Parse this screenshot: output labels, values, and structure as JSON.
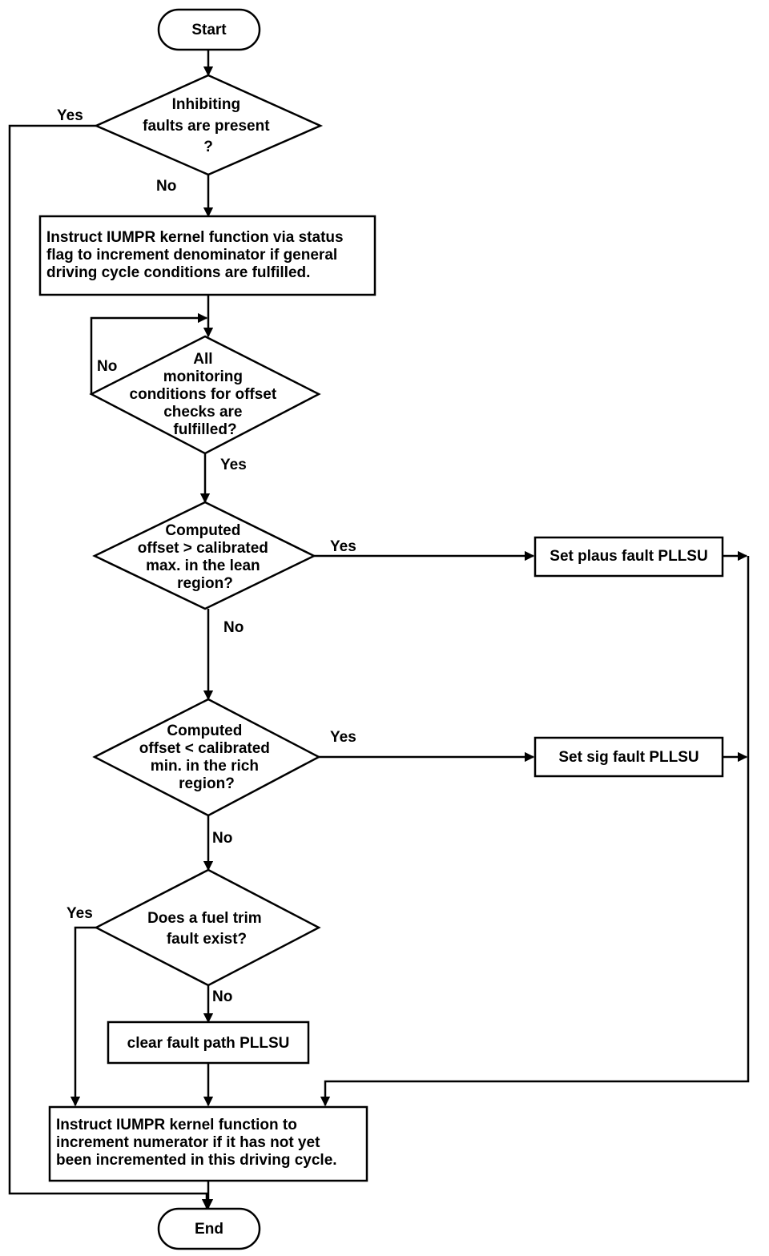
{
  "nodes": {
    "start": "Start",
    "inhibiting_faults": [
      "Inhibiting",
      "faults are present",
      "?"
    ],
    "instruct_denominator": [
      "Instruct IUMPR kernel function via status",
      "flag to increment denominator if general",
      "driving cycle conditions are fulfilled."
    ],
    "monitoring_conditions": [
      "All",
      "monitoring",
      "conditions for offset",
      "checks are",
      "fulfilled?"
    ],
    "offset_lean": [
      "Computed",
      "offset > calibrated",
      "max. in the lean",
      "region?"
    ],
    "plaus_fault": "Set plaus fault PLLSU",
    "offset_rich": [
      "Computed",
      "offset < calibrated",
      "min. in the rich",
      "region?"
    ],
    "sig_fault": "Set sig fault PLLSU",
    "fuel_trim": [
      "Does a fuel trim",
      "fault exist?"
    ],
    "clear_fault": "clear fault path PLLSU",
    "instruct_numerator": [
      "Instruct IUMPR kernel function to",
      "increment numerator if it has not yet",
      "been incremented in this driving cycle."
    ],
    "end": "End"
  },
  "edge_labels": {
    "inhibit_yes": "Yes",
    "inhibit_no": "No",
    "monitor_no": "No",
    "monitor_yes": "Yes",
    "lean_yes": "Yes",
    "lean_no": "No",
    "rich_yes": "Yes",
    "rich_no": "No",
    "fuel_yes": "Yes",
    "fuel_no": "No"
  }
}
